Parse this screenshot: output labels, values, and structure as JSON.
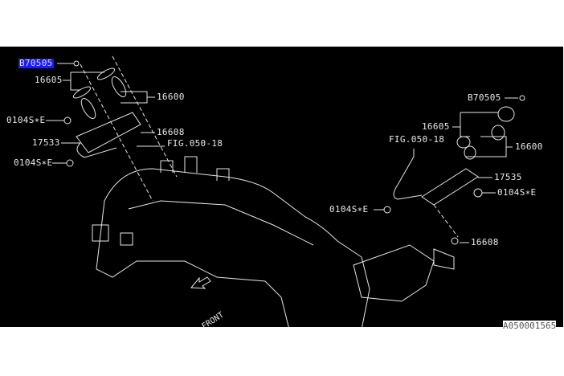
{
  "diagram": {
    "left_group": {
      "labels": [
        "B70505",
        "16605",
        "16600",
        "0104S∗E",
        "16608",
        "17533",
        "FIG.050-18",
        "0104S∗E"
      ]
    },
    "right_group": {
      "labels": [
        "B70505",
        "16605",
        "FIG.050-18",
        "16600",
        "17535",
        "0104S∗E",
        "0104S∗E",
        "16608"
      ]
    },
    "front_label": "FRONT",
    "figure_id": "A050001565",
    "highlight_color": "#1c1cf0"
  }
}
